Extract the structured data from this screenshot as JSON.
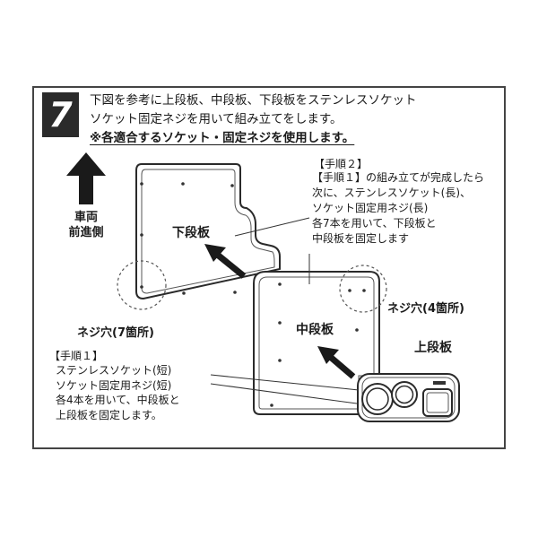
{
  "step": {
    "number": "7",
    "instruction_lines": [
      "下図を参考に上段板、中段板、下段板をステンレスソケット",
      "ソケット固定ネジを用いて組み立てをします。",
      "※各適合するソケット・固定ネジを使用します。"
    ]
  },
  "direction_label": [
    "車両",
    "前進側"
  ],
  "procedure_2": {
    "title": "【手順２】",
    "lines": [
      "【手順１】の組み立てが完成したら",
      "次に、ステンレスソケット(長)、",
      "ソケット固定用ネジ(長)",
      "各7本を用いて、下段板と",
      "中段板を固定します"
    ]
  },
  "procedure_1": {
    "title": "【手順１】",
    "lines": [
      "ステンレスソケット(短)",
      "ソケット固定用ネジ(短)",
      "各4本を用いて、中段板と",
      "上段板を固定します。"
    ]
  },
  "holes_7_label": "ネジ穴(7箇所)",
  "holes_4_label": "ネジ穴(4箇所)",
  "boards": {
    "lower": "下段板",
    "middle": "中段板",
    "upper": "上段板"
  },
  "colors": {
    "frame": "#444444",
    "badge": "#2b2b2b",
    "arrow": "#1a1a1a"
  }
}
